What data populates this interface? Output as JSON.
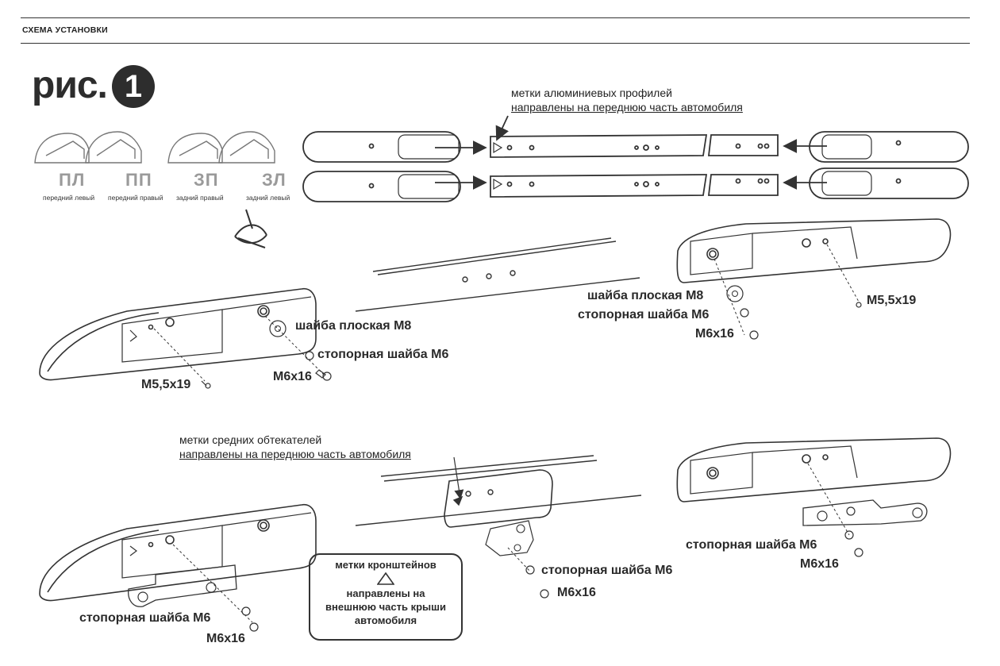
{
  "header": {
    "title": "СХЕМА УСТАНОВКИ"
  },
  "figure": {
    "prefix": "рис.",
    "number": "1"
  },
  "positions": [
    {
      "code": "ПЛ",
      "name": "передний левый"
    },
    {
      "code": "ПП",
      "name": "передний правый"
    },
    {
      "code": "ЗП",
      "name": "задний правый"
    },
    {
      "code": "ЗЛ",
      "name": "задний левый"
    }
  ],
  "notes": {
    "profiles_line1": "метки алюминиевых профилей",
    "profiles_line2": "направлены на переднюю часть автомобиля",
    "fairings_line1": "метки средних обтекателей",
    "fairings_line2": "направлены на переднюю часть автомобиля"
  },
  "labels": {
    "flat_washer_m8": "шайба плоская М8",
    "lock_washer_m6": "стопорная шайба М6",
    "bolt_m6x16": "М6х16",
    "screw_m55x19": "М5,5х19"
  },
  "bracket_note": {
    "line1": "метки кронштейнов",
    "line2": "направлены на",
    "line3": "внешнюю часть крыши",
    "line4": "автомобиля"
  }
}
